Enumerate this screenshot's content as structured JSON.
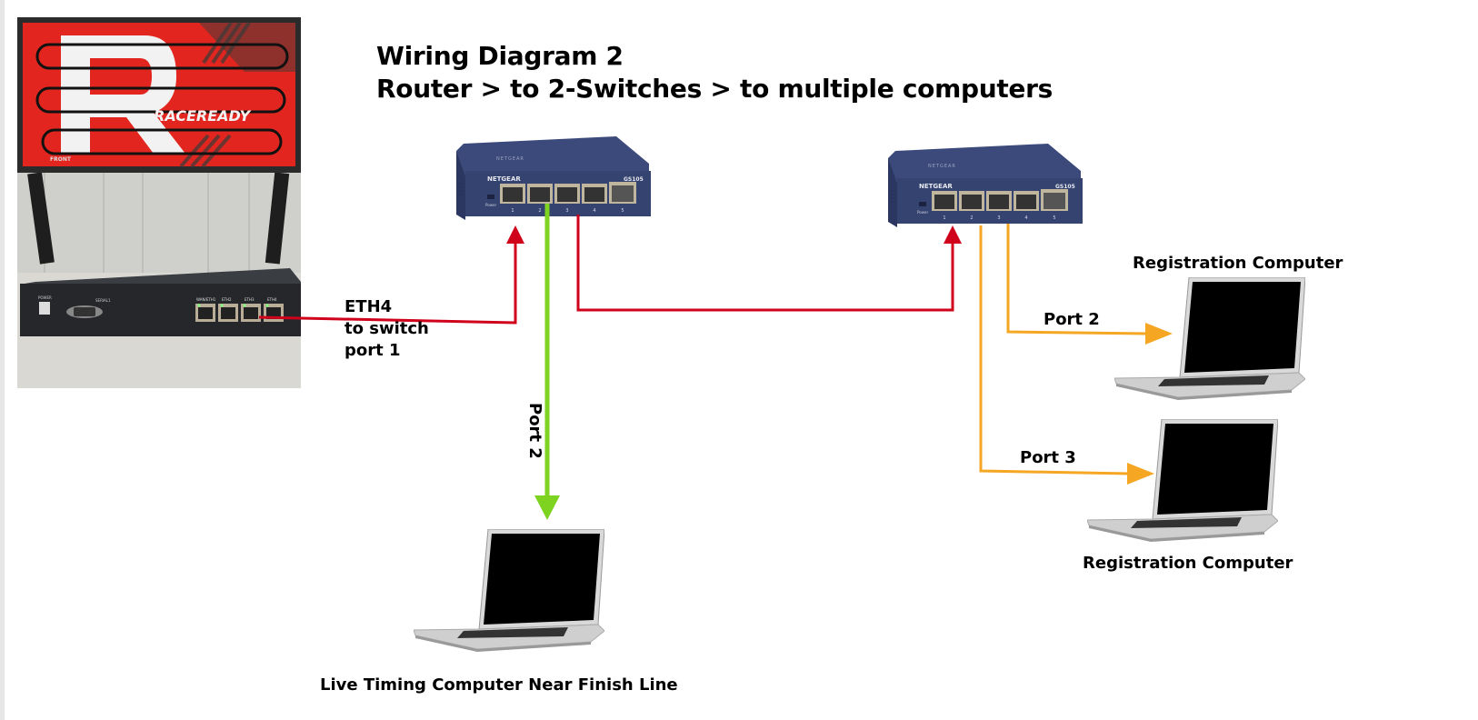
{
  "title": {
    "line1": "Wiring Diagram 2",
    "line2": "Router > to 2-Switches > to multiple computers"
  },
  "logo": {
    "brand": "RACEREADY",
    "label": "FRONT",
    "colors": {
      "red": "#e2261f",
      "dark": "#2b2b2b",
      "white": "#f2f2f2"
    }
  },
  "router": {
    "ports": [
      "WAN/ETH1",
      "ETH2",
      "ETH3",
      "ETH4"
    ],
    "power_label": "POWER",
    "serial_label": "SERIAL1"
  },
  "switches": [
    {
      "brand": "NETGEAR",
      "model": "GS105",
      "ports": [
        "1",
        "2",
        "3",
        "4",
        "5"
      ],
      "power_label": "Power"
    },
    {
      "brand": "NETGEAR",
      "model": "GS105",
      "ports": [
        "1",
        "2",
        "3",
        "4",
        "5"
      ],
      "power_label": "Power"
    }
  ],
  "connections": [
    {
      "from": "Router ETH4",
      "to": "Switch 1 port 1",
      "label": "ETH4\nto switch\nport 1",
      "color": "#d0021b"
    },
    {
      "from": "Switch 1 port 3",
      "to": "Switch 2 port 1",
      "label": "",
      "color": "#d0021b"
    },
    {
      "from": "Switch 1 port 2",
      "to": "Live Timing Computer",
      "label": "Port 2",
      "color": "#7ed321"
    },
    {
      "from": "Switch 2 port 3",
      "to": "Registration Computer (top)",
      "label": "Port 2",
      "color": "#f5a623"
    },
    {
      "from": "Switch 2 port 2",
      "to": "Registration Computer (bottom)",
      "label": "Port 3",
      "color": "#f5a623"
    }
  ],
  "labels": {
    "eth4_line1": "ETH4",
    "eth4_line2": "to switch",
    "eth4_line3": "port 1",
    "green_port": "Port 2",
    "orange_port_top": "Port 2",
    "orange_port_bottom": "Port 3"
  },
  "computers": {
    "live_timing": "Live Timing Computer Near Finish Line",
    "registration_top": "Registration Computer",
    "registration_bottom": "Registration Computer"
  }
}
